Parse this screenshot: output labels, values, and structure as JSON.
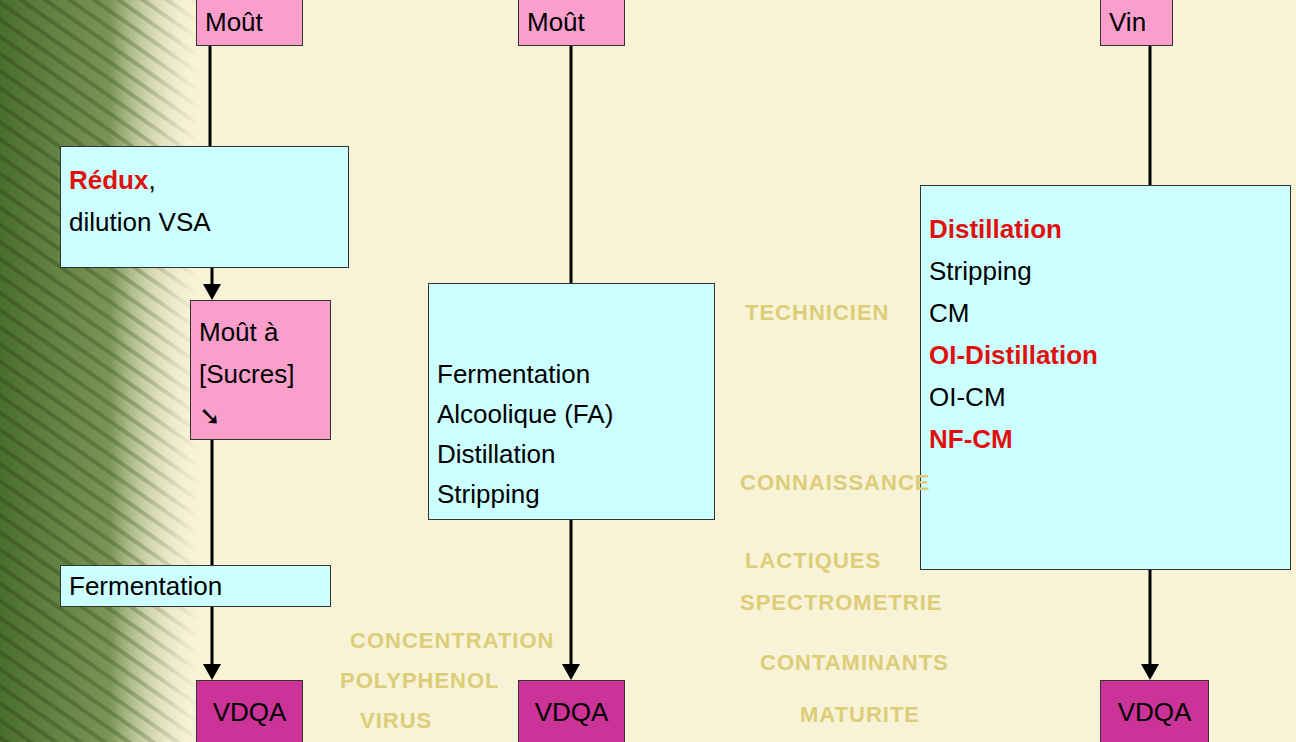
{
  "diagram": {
    "nodes": [
      {
        "text": [
          "Moût"
        ]
      },
      {
        "text": [
          "Rédux",
          ",",
          "dilution VSA"
        ]
      },
      {
        "text": [
          "Moût à [Sucres] ➘"
        ]
      },
      {
        "text": [
          "Fermentation"
        ]
      },
      {
        "text": [
          "VDQA"
        ]
      },
      {
        "text": [
          "Moût"
        ]
      },
      {
        "text": [
          "Fermentation Alcoolique (FA)",
          "Distillation",
          "Stripping"
        ]
      },
      {
        "text": [
          "VDQA"
        ]
      },
      {
        "text": [
          "Vin"
        ]
      },
      {
        "text": [
          "Distillation",
          "Stripping",
          "CM",
          "OI-Distillation",
          "OI-CM",
          "NF-CM"
        ]
      },
      {
        "text": [
          "VDQA"
        ]
      }
    ],
    "edges": [
      {
        "from": 0,
        "to": 1,
        "arrow": "none"
      },
      {
        "from": 1,
        "to": 2,
        "arrow": "to"
      },
      {
        "from": 2,
        "to": 3,
        "arrow": "none"
      },
      {
        "from": 3,
        "to": 4,
        "arrow": "to"
      },
      {
        "from": 5,
        "to": 6,
        "arrow": "none"
      },
      {
        "from": 6,
        "to": 7,
        "arrow": "to"
      },
      {
        "from": 8,
        "to": 9,
        "arrow": "none"
      },
      {
        "from": 9,
        "to": 10,
        "arrow": "to"
      }
    ],
    "labels": [
      "CONCENTRATION",
      "SPECTROMETRIE",
      "CONNAISSANCE",
      "CONTAMINANTS",
      "POLYPHENOL",
      "MATURITE",
      "VIRUS",
      "LACTIQUES",
      "TECHNICIEN"
    ]
  }
}
